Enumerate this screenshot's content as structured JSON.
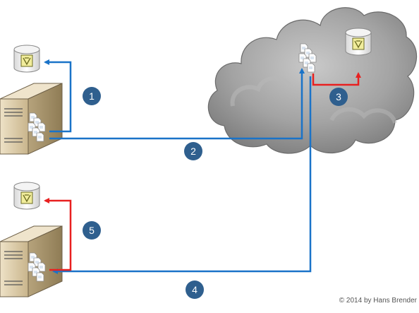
{
  "diagram": {
    "steps": [
      {
        "id": "step-1",
        "label": "1"
      },
      {
        "id": "step-2",
        "label": "2"
      },
      {
        "id": "step-3",
        "label": "3"
      },
      {
        "id": "step-4",
        "label": "4"
      },
      {
        "id": "step-5",
        "label": "5"
      }
    ],
    "colors": {
      "blue_arrow": "#1a73c8",
      "red_arrow": "#e82020",
      "step_circle": "#2f5f8e",
      "cloud": "#9a9a9a",
      "server": "#d8c7a4",
      "db_icon": "#f1ed9c"
    },
    "icons": [
      "server-icon",
      "database-icon",
      "documents-icon",
      "cloud-icon"
    ]
  },
  "footer": {
    "credit": "© 2014 by Hans Brender"
  }
}
